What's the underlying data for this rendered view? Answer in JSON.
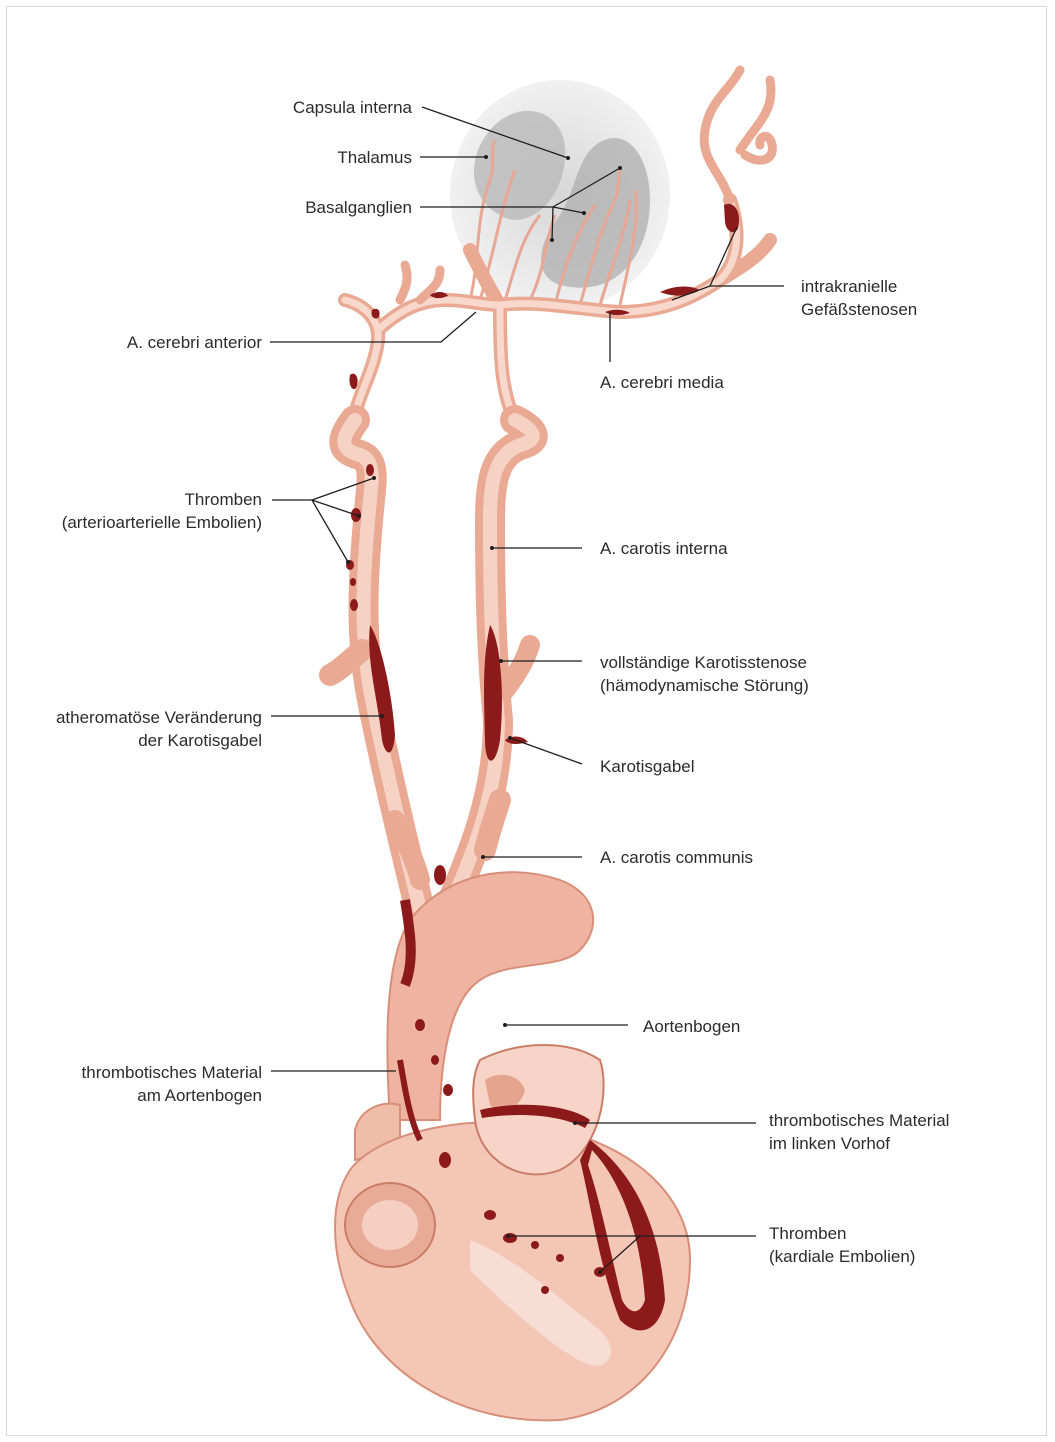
{
  "figure": {
    "labels": {
      "capsula": "Capsula interna",
      "thalamus": "Thalamus",
      "basalganglien": "Basalganglien",
      "intrakranielle_1": "intrakranielle",
      "intrakranielle_2": "Gefäßstenosen",
      "aca": "A. cerebri anterior",
      "mca": "A. cerebri media",
      "thromben_1": "Thromben",
      "thromben_2": "(arterioarterielle Embolien)",
      "carotis_interna": "A. carotis interna",
      "vollstaendige_1": "vollständige Karotisstenose",
      "vollstaendige_2": "(hämodynamische Störung)",
      "atheromatoese_1": "atheromatöse Veränderung",
      "atheromatoese_2": "der Karotisgabel",
      "karotisgabel": "Karotisgabel",
      "carotis_communis": "A. carotis communis",
      "aortenbogen": "Aortenbogen",
      "thromb_aorta_1": "thrombotisches Material",
      "thromb_aorta_2": "am Aortenbogen",
      "thromb_vorhof_1": "thrombotisches Material",
      "thromb_vorhof_2": "im linken Vorhof",
      "thromben_kard_1": "Thromben",
      "thromben_kard_2": "(kardiale Embolien)"
    }
  }
}
